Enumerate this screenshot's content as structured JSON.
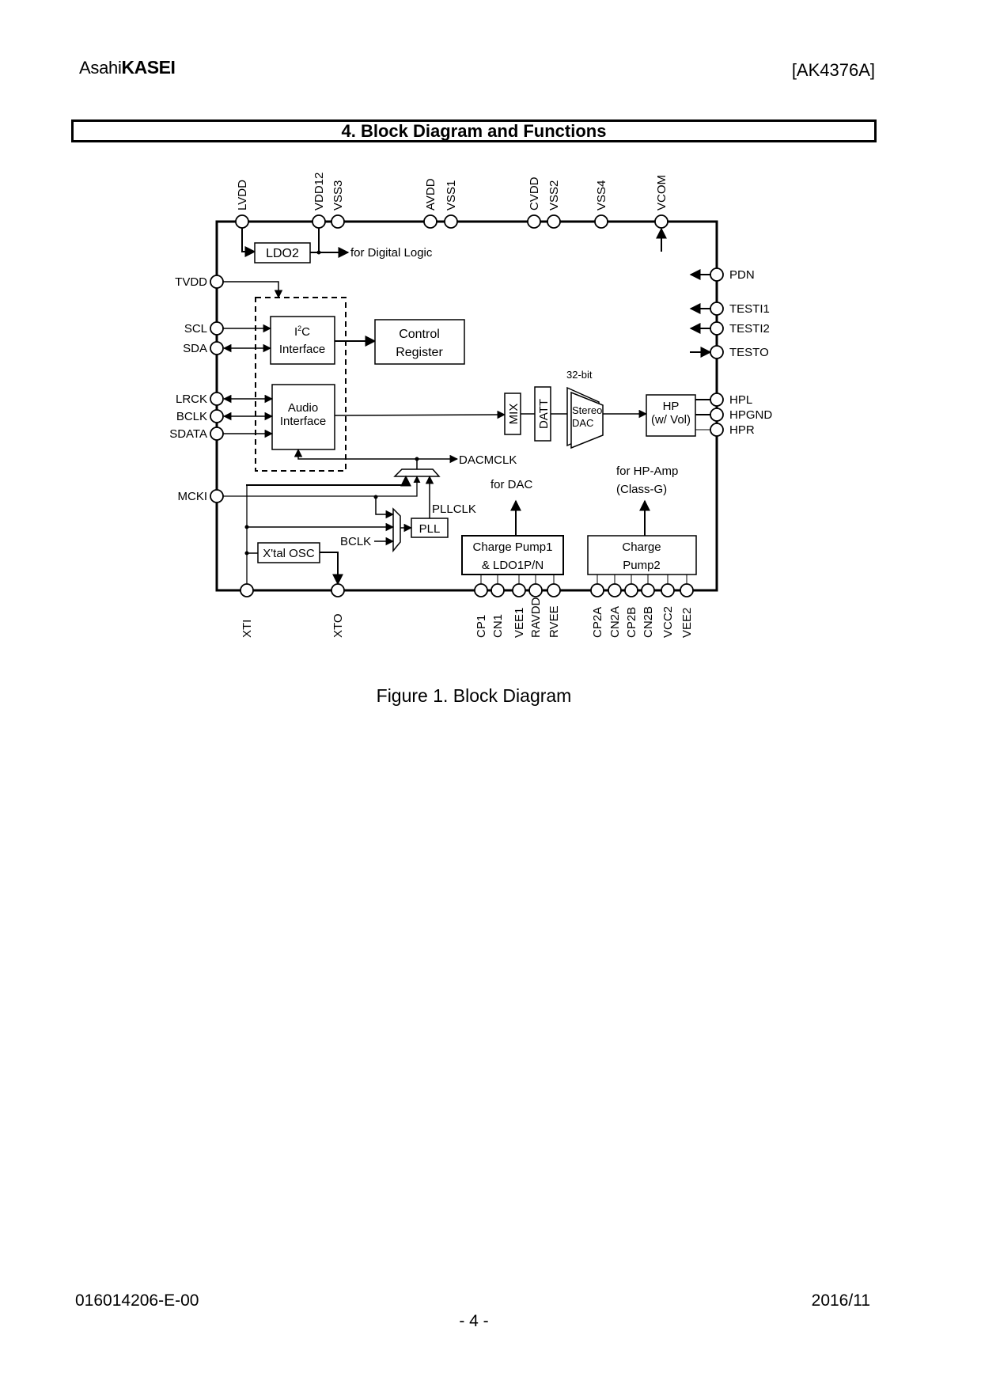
{
  "header": {
    "logo_prefix": "Asahi",
    "logo_brand": "KASEI",
    "doc_id": "[AK4376A]"
  },
  "section_title": "4. Block Diagram and Functions",
  "diagram": {
    "top_pins": [
      "LVDD",
      "VDD12",
      "VSS3",
      "AVDD",
      "VSS1",
      "CVDD",
      "VSS2",
      "VSS4",
      "VCOM"
    ],
    "left_pins": [
      "TVDD",
      "SCL",
      "SDA",
      "LRCK",
      "BCLK",
      "SDATA",
      "MCKI"
    ],
    "right_pins": [
      "PDN",
      "TESTI1",
      "TESTI2",
      "TESTO",
      "HPL",
      "HPGND",
      "HPR"
    ],
    "bottom_pins": [
      "XTI",
      "XTO",
      "CP1",
      "CN1",
      "VEE1",
      "RAVDD",
      "RVEE",
      "CP2A",
      "CN2A",
      "CP2B",
      "CN2B",
      "VCC2",
      "VEE2"
    ],
    "blocks": {
      "ldo2": "LDO2",
      "i2c_line1": "I",
      "i2c_sup": "2",
      "i2c_line1b": "C",
      "i2c_line2": "Interface",
      "control_line1": "Control",
      "control_line2": "Register",
      "audio_line1": "Audio",
      "audio_line2": "Interface",
      "mix": "MIX",
      "datt": "DATT",
      "dac_line1": "Stereo",
      "dac_line2": "DAC",
      "hp_line1": "HP",
      "hp_line2": "(w/ Vol)",
      "pll": "PLL",
      "xtal": "X'tal OSC",
      "cp1_line1": "Charge Pump1",
      "cp1_line2": "& LDO1P/N",
      "cp2_line1": "Charge",
      "cp2_line2": "Pump2"
    },
    "labels": {
      "digital_logic": "for Digital Logic",
      "bit_depth": "32-bit",
      "dacmclk": "DACMCLK",
      "pllclk": "PLLCLK",
      "bclk_in": "BCLK",
      "for_dac": "for DAC",
      "for_hp_line1": "for HP-Amp",
      "for_hp_line2": "(Class-G)"
    }
  },
  "caption": "Figure 1. Block Diagram",
  "footer": {
    "doc_number": "016014206-E-00",
    "date": "2016/11",
    "page": "- 4 -"
  }
}
